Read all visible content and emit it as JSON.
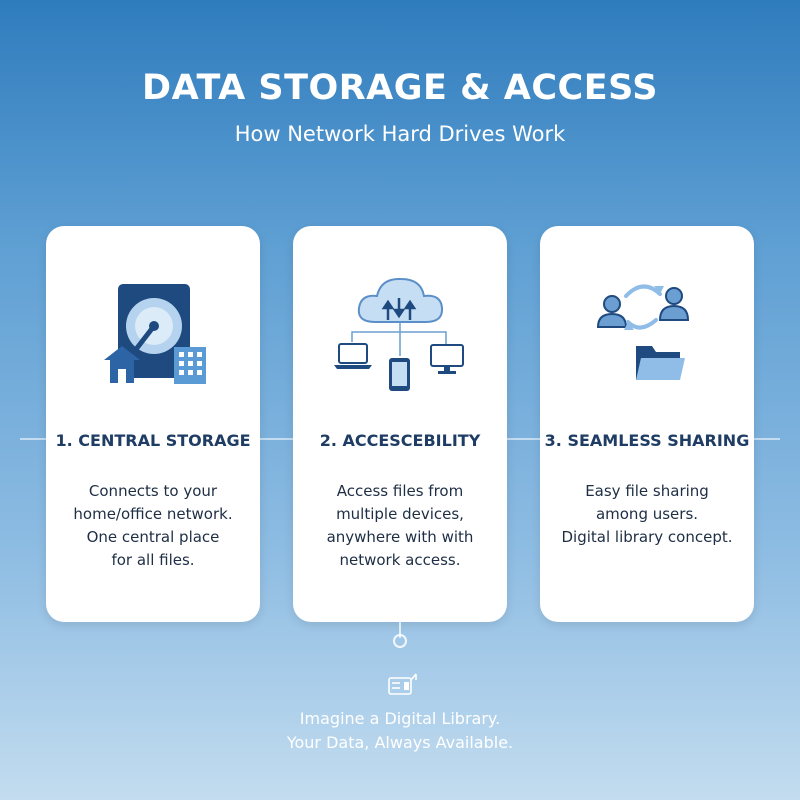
{
  "header": {
    "title": "DATA STORAGE & ACCESS",
    "subtitle": "How Network Hard Drives Work"
  },
  "cards": [
    {
      "title": "1. CENTRAL STORAGE",
      "lines": [
        "Connects to your",
        "home/office network.",
        "One central place",
        "for all files."
      ]
    },
    {
      "title": "2. ACCESCEBILITY",
      "lines": [
        "Access files from",
        "multiple devices,",
        "anywhere with with",
        "network access."
      ]
    },
    {
      "title": "3. SEAMLESS SHARING",
      "lines": [
        "Easy file sharing",
        "among users.",
        "Digital library concept."
      ]
    }
  ],
  "footer": {
    "line1": "Imagine a Digital Library.",
    "line2": "Your Data, Always Available."
  },
  "colors": {
    "navy": "#1e4a80",
    "light_blue": "#8fbde8",
    "accent_blue": "#5b9bd5"
  }
}
